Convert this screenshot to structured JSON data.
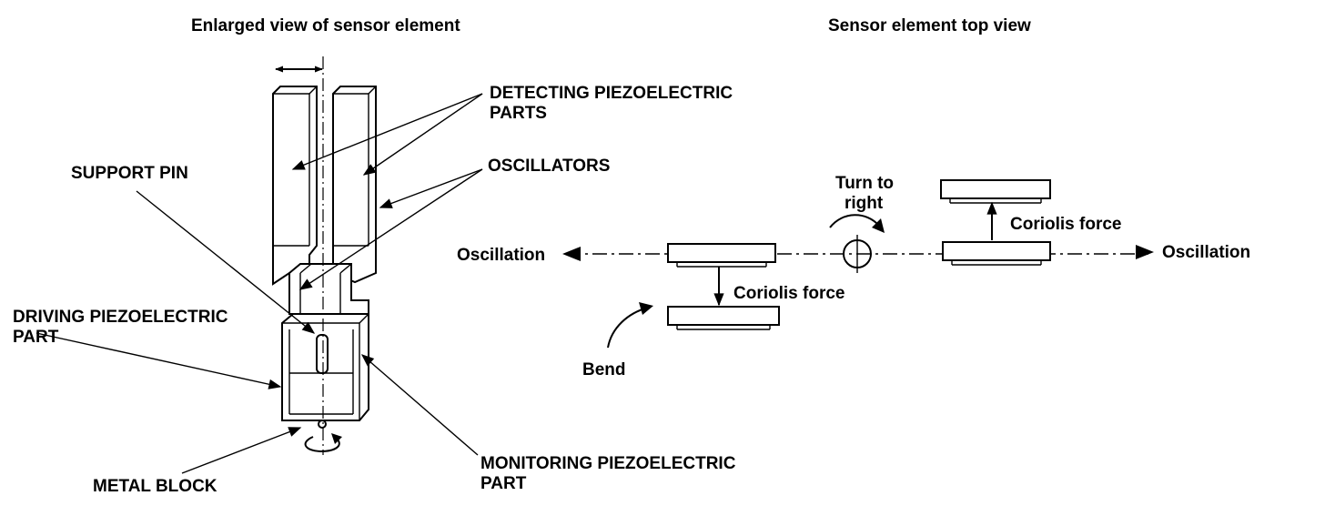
{
  "headings": {
    "left": "Enlarged view of sensor element",
    "right": "Sensor element top view"
  },
  "labels": {
    "detecting_line1": "DETECTING PIEZOELECTRIC",
    "detecting_line2": "PARTS",
    "oscillators": "OSCILLATORS",
    "support_pin": "SUPPORT PIN",
    "driving_line1": "DRIVING PIEZOELECTRIC",
    "driving_line2": "PART",
    "metal_block": "METAL BLOCK",
    "monitoring_line1": "MONITORING PIEZOELECTRIC",
    "monitoring_line2": "PART",
    "oscillation_left": "Oscillation",
    "oscillation_right": "Oscillation",
    "coriolis_left": "Coriolis force",
    "coriolis_right": "Coriolis force",
    "turn_line1": "Turn to",
    "turn_line2": "right",
    "bend": "Bend"
  }
}
